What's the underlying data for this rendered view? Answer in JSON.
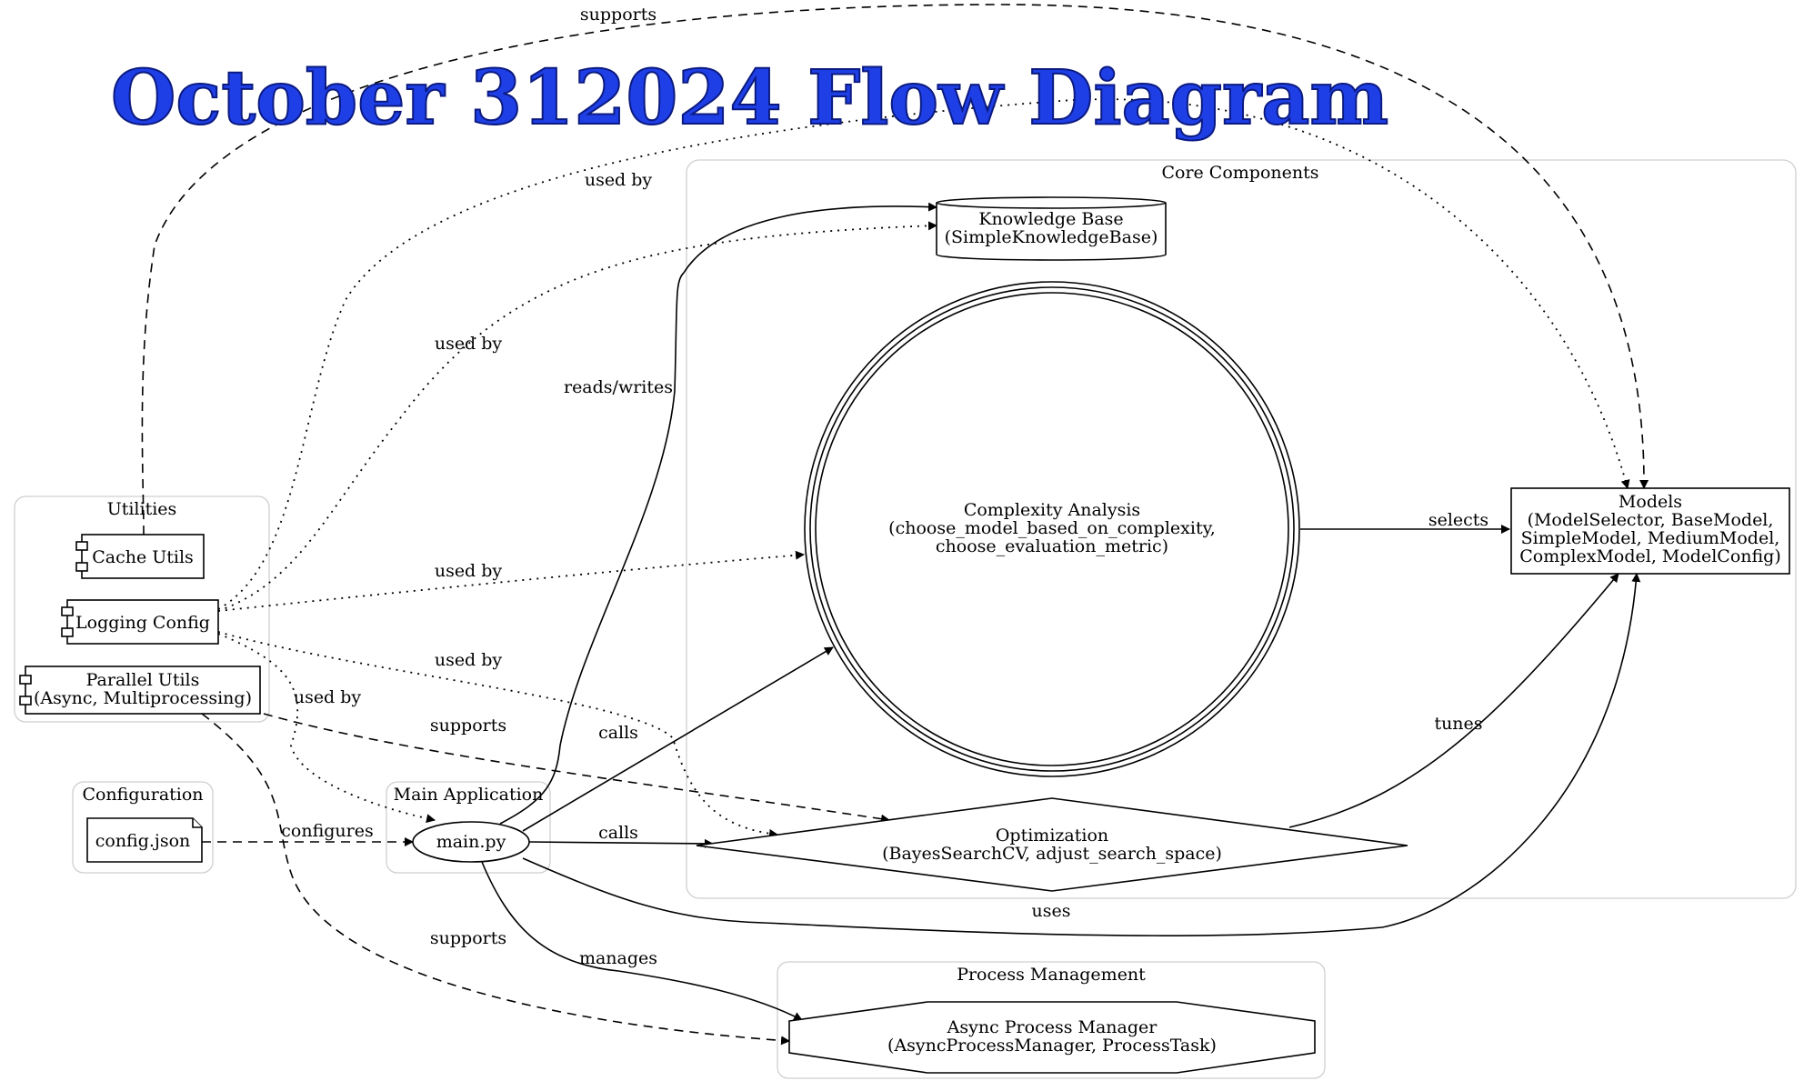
{
  "title": "October 312024 Flow Diagram",
  "clusters": {
    "utilities": "Utilities",
    "configuration": "Configuration",
    "main_application": "Main Application",
    "core_components": "Core Components",
    "process_management": "Process Management"
  },
  "nodes": {
    "cache_utils": [
      "Cache Utils"
    ],
    "logging_config": [
      "Logging Config"
    ],
    "parallel_utils": [
      "Parallel Utils",
      "(Async, Multiprocessing)"
    ],
    "config_json": [
      "config.json"
    ],
    "main_py": [
      "main.py"
    ],
    "knowledge_base": [
      "Knowledge Base",
      "(SimpleKnowledgeBase)"
    ],
    "complexity_analysis": [
      "Complexity Analysis",
      "(choose_model_based_on_complexity,",
      "choose_evaluation_metric)"
    ],
    "models": [
      "Models",
      "(ModelSelector, BaseModel,",
      "SimpleModel, MediumModel,",
      "ComplexModel, ModelConfig)"
    ],
    "optimization": [
      "Optimization",
      "(BayesSearchCV, adjust_search_space)"
    ],
    "async_process_manager": [
      "Async Process Manager",
      "(AsyncProcessManager, ProcessTask)"
    ]
  },
  "edges": [
    {
      "from": "cache_utils",
      "to": "models",
      "label": "supports",
      "style": "dashed"
    },
    {
      "from": "logging_config",
      "to": "models",
      "label": "used by",
      "style": "dotted"
    },
    {
      "from": "logging_config",
      "to": "knowledge_base",
      "label": "used by",
      "style": "dotted"
    },
    {
      "from": "logging_config",
      "to": "complexity_analysis",
      "label": "used by",
      "style": "dotted"
    },
    {
      "from": "logging_config",
      "to": "optimization",
      "label": "used by",
      "style": "dotted"
    },
    {
      "from": "logging_config",
      "to": "main_py",
      "label": "used by",
      "style": "dotted"
    },
    {
      "from": "parallel_utils",
      "to": "optimization",
      "label": "supports",
      "style": "dashed"
    },
    {
      "from": "parallel_utils",
      "to": "async_process_manager",
      "label": "supports",
      "style": "dashed"
    },
    {
      "from": "config_json",
      "to": "main_py",
      "label": "configures",
      "style": "dashed"
    },
    {
      "from": "main_py",
      "to": "knowledge_base",
      "label": "reads/writes",
      "style": "solid"
    },
    {
      "from": "main_py",
      "to": "complexity_analysis",
      "label": "calls",
      "style": "solid"
    },
    {
      "from": "main_py",
      "to": "optimization",
      "label": "calls",
      "style": "solid"
    },
    {
      "from": "main_py",
      "to": "models",
      "label": "uses",
      "style": "solid"
    },
    {
      "from": "main_py",
      "to": "async_process_manager",
      "label": "manages",
      "style": "solid"
    },
    {
      "from": "complexity_analysis",
      "to": "models",
      "label": "selects",
      "style": "solid"
    },
    {
      "from": "optimization",
      "to": "models",
      "label": "tunes",
      "style": "solid"
    }
  ]
}
